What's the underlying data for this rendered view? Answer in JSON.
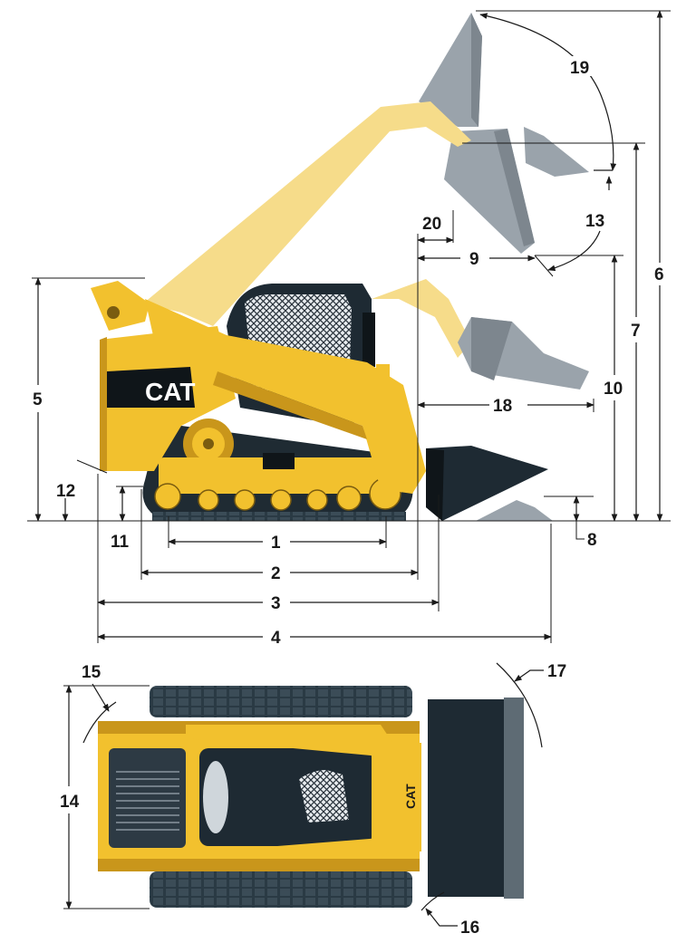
{
  "colors": {
    "machine": "#f2c12e",
    "machine_shadow": "#c9961b",
    "ghost_positions": "#9aa3ab",
    "cab_and_bucket": "#1e2a33",
    "dimension_lines": "#1a1a1a"
  },
  "machine": {
    "brand_label": "CAT",
    "brand_label_top": "CAT"
  },
  "dimensions": {
    "d1": "1",
    "d2": "2",
    "d3": "3",
    "d4": "4",
    "d5": "5",
    "d6": "6",
    "d7": "7",
    "d8": "8",
    "d9": "9",
    "d10": "10",
    "d11": "11",
    "d12": "12",
    "d13": "13",
    "d14": "14",
    "d15": "15",
    "d16": "16",
    "d17": "17",
    "d18": "18",
    "d19": "19",
    "d20": "20"
  }
}
